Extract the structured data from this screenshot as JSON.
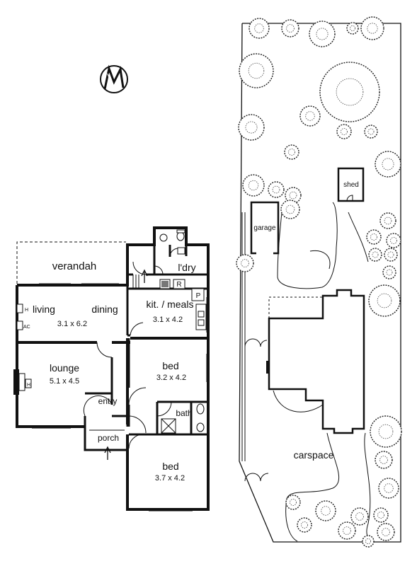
{
  "floorplan": {
    "rooms": [
      {
        "id": "verandah",
        "name": "verandah",
        "size": ""
      },
      {
        "id": "living",
        "name": "living",
        "size": "3.1 x 6.2"
      },
      {
        "id": "dining",
        "name": "dining",
        "size": ""
      },
      {
        "id": "kitchen",
        "name": "kit. / meals",
        "size": "3.1 x 4.2"
      },
      {
        "id": "laundry",
        "name": "l'dry",
        "size": ""
      },
      {
        "id": "lounge",
        "name": "lounge",
        "size": "5.1 x 4.5"
      },
      {
        "id": "entry",
        "name": "entry",
        "size": ""
      },
      {
        "id": "porch",
        "name": "porch",
        "size": ""
      },
      {
        "id": "bed1",
        "name": "bed",
        "size": "3.2 x 4.2"
      },
      {
        "id": "bath",
        "name": "bath",
        "size": ""
      },
      {
        "id": "bed2",
        "name": "bed",
        "size": "3.7 x 4.2"
      }
    ],
    "fixtures": {
      "heater": "H",
      "air_con": "AC",
      "refrigerator": "R",
      "pantry": "P"
    }
  },
  "siteplan": {
    "labels": {
      "shed": "shed",
      "garage": "garage",
      "carspace": "carspace"
    }
  },
  "compass": {
    "icon": "north-arrow-icon"
  }
}
